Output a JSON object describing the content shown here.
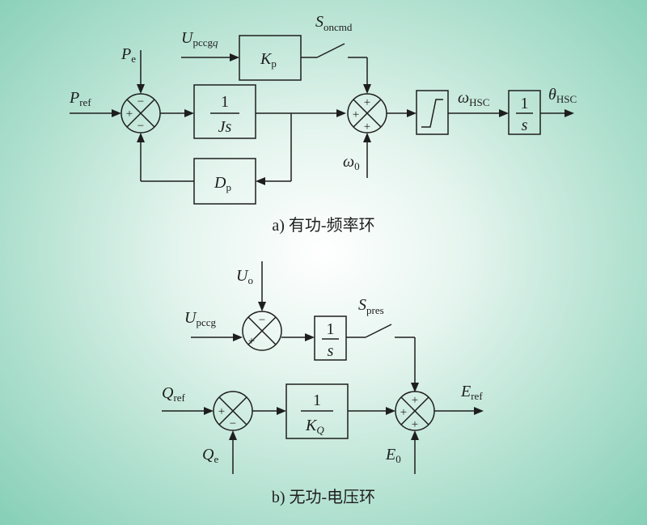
{
  "frequency_loop": {
    "caption": "a) 有功-频率环",
    "inputs": {
      "p_ref": {
        "main": "P",
        "sub": "ref"
      },
      "p_e": {
        "main": "P",
        "sub": "e"
      },
      "u_pccgq": {
        "main": "U",
        "sub": "pccg",
        "sub_italic": "q"
      },
      "omega_0": {
        "main": "ω",
        "sub": "0"
      }
    },
    "switch_label": {
      "main": "S",
      "sub": "oncmd"
    },
    "output_omega": {
      "main": "ω",
      "sub": "HSC"
    },
    "output_theta": {
      "main": "θ",
      "sub": "HSC"
    },
    "blocks": {
      "kp": {
        "main": "K",
        "sub": "p"
      },
      "inertia": {
        "num": "1",
        "den": "Js"
      },
      "damping": {
        "main": "D",
        "sub": "p"
      },
      "integrator": {
        "num": "1",
        "den": "s"
      }
    },
    "sum1_signs": {
      "top": "−",
      "left": "+",
      "bottom": "−"
    },
    "sum2_signs": {
      "top": "+",
      "left": "+",
      "bottom": "+"
    }
  },
  "voltage_loop": {
    "caption": "b) 无功-电压环",
    "inputs": {
      "u_o": {
        "main": "U",
        "sub": "o"
      },
      "u_pccg": {
        "main": "U",
        "sub": "pccg"
      },
      "q_ref": {
        "main": "Q",
        "sub": "ref"
      },
      "q_e": {
        "main": "Q",
        "sub": "e"
      },
      "e_0": {
        "main": "E",
        "sub": "0"
      }
    },
    "switch_label": {
      "main": "S",
      "sub": "pres"
    },
    "output_e": {
      "main": "E",
      "sub": "ref"
    },
    "blocks": {
      "integrator": {
        "num": "1",
        "den": "s"
      },
      "gain": {
        "num": "1",
        "den_main": "K",
        "den_sub": "Q"
      }
    },
    "sum3_signs": {
      "top": "−",
      "left": "+"
    },
    "sum4_signs": {
      "left": "+",
      "bottom": "−"
    },
    "sum5_signs": {
      "top": "+",
      "left": "+",
      "bottom": "+"
    }
  }
}
